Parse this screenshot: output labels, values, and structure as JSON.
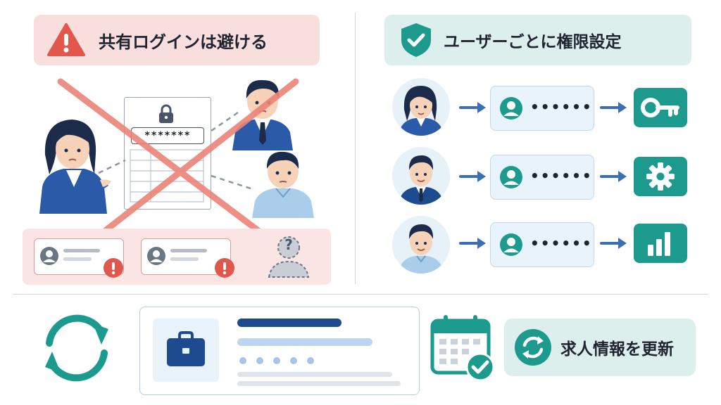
{
  "left_panel": {
    "banner_text": "共有ログインは避ける",
    "password_mask": "*******",
    "unknown_user_mark": "?"
  },
  "right_panel": {
    "banner_text": "ユーザーごとに権限設定",
    "rows": [
      {
        "masked": "••••••",
        "permission_icon": "key-icon"
      },
      {
        "masked": "••••••",
        "permission_icon": "gear-icon"
      },
      {
        "masked": "••••••",
        "permission_icon": "bar-chart-icon"
      }
    ]
  },
  "bottom": {
    "update_label": "求人情報を更新"
  },
  "colors": {
    "red_accent": "#e2574c",
    "red_soft": "#f9dede",
    "teal_accent": "#1d9a8e",
    "teal_soft": "#dcefed",
    "navy": "#1e4b8f",
    "blue_soft": "#e9f3fb"
  }
}
